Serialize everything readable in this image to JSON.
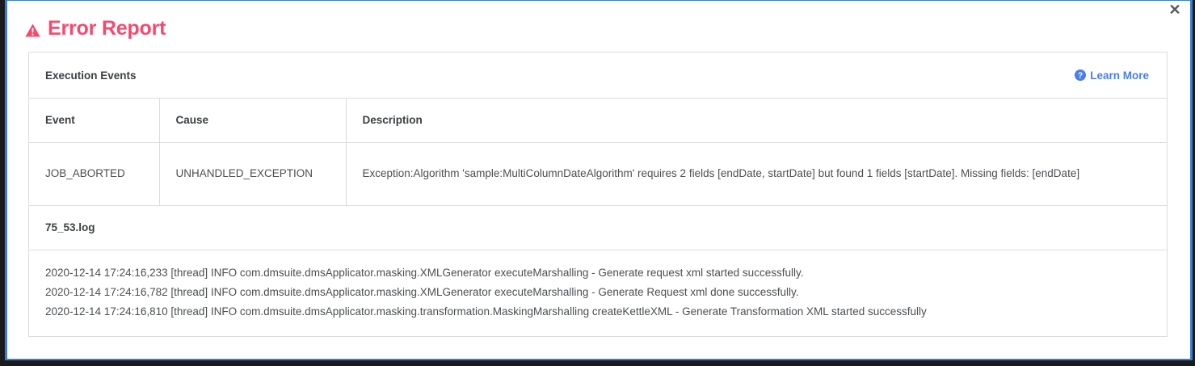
{
  "dialog": {
    "title": "Error Report",
    "warning_icon": "warning-triangle-icon",
    "close_label": "✕",
    "accent_color": "#f9486e",
    "link_color": "#4a7fe8",
    "border_color": "#dcdcdc"
  },
  "card": {
    "header_title": "Execution Events",
    "learn_more_label": "Learn More",
    "learn_more_icon": "help-circle-icon"
  },
  "events_table": {
    "columns": [
      "Event",
      "Cause",
      "Description"
    ],
    "rows": [
      {
        "event": "JOB_ABORTED",
        "cause": "UNHANDLED_EXCEPTION",
        "description": "Exception:Algorithm 'sample:MultiColumnDateAlgorithm' requires 2 fields [endDate, startDate] but found 1 fields [startDate]. Missing fields: [endDate]"
      }
    ]
  },
  "log": {
    "filename": "75_53.log",
    "lines": [
      "2020-12-14 17:24:16,233 [thread] INFO com.dmsuite.dmsApplicator.masking.XMLGenerator executeMarshalling - Generate request xml started successfully.",
      "2020-12-14 17:24:16,782 [thread] INFO com.dmsuite.dmsApplicator.masking.XMLGenerator executeMarshalling - Generate Request xml done successfully.",
      "2020-12-14 17:24:16,810 [thread] INFO com.dmsuite.dmsApplicator.masking.transformation.MaskingMarshalling createKettleXML - Generate Transformation XML started successfully"
    ]
  }
}
